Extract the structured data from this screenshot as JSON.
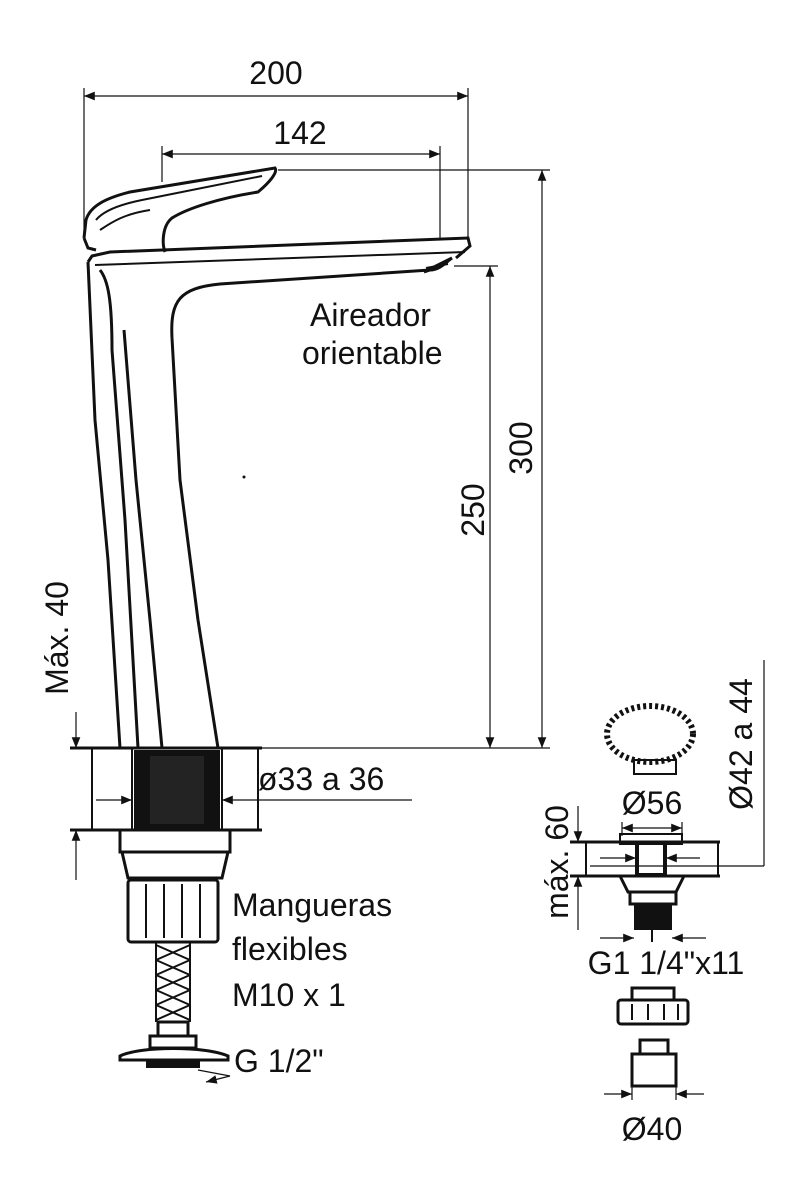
{
  "dimensions": {
    "overall_width": "200",
    "spout_reach": "142",
    "total_height": "300",
    "spout_height": "250",
    "max_deck_thickness": "Máx. 40",
    "mounting_hole": "ø33 a 36",
    "drain_hole": "Ø42 a 44",
    "drain_cap": "Ø56",
    "drain_max_thickness": "máx. 60",
    "drain_thread": "G1 1/4\"x11",
    "drain_tail": "Ø40"
  },
  "labels": {
    "aerator_line1": "Aireador",
    "aerator_line2": "orientable",
    "hoses_line1": "Mangueras",
    "hoses_line2": "flexibles",
    "hoses_line3": "M10 x 1",
    "inlet_thread": "G 1/2\""
  }
}
